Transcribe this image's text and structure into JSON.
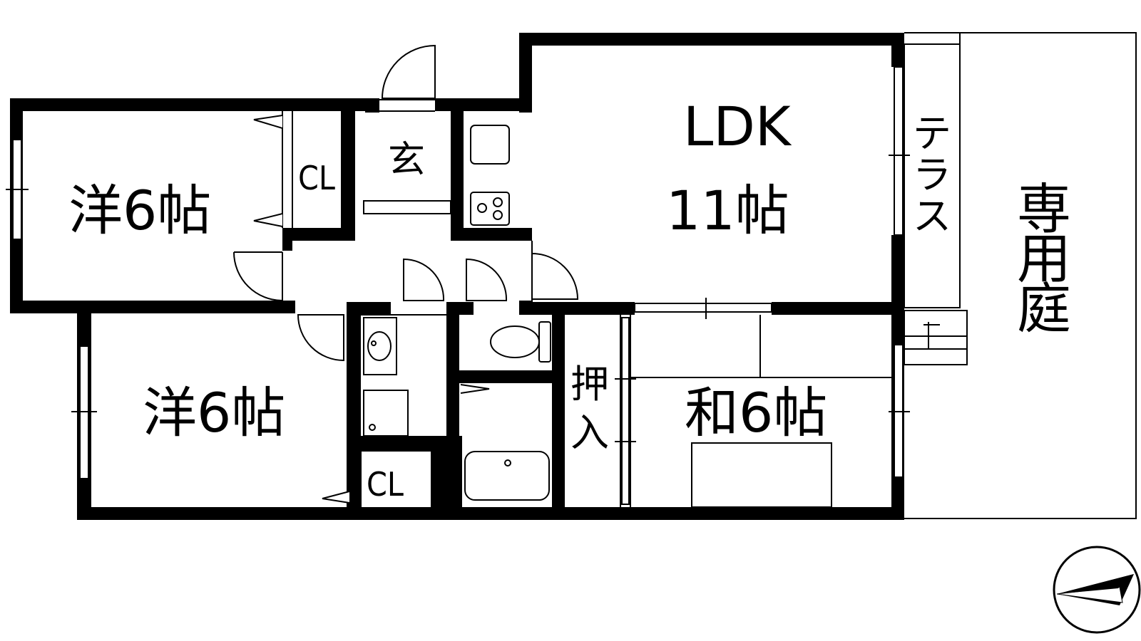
{
  "rooms": {
    "western_top": "洋6帖",
    "closet_top": "CL",
    "entrance": "玄",
    "ldk_name": "LDK",
    "ldk_size": "11帖",
    "terrace": [
      "テ",
      "ラ",
      "ス"
    ],
    "private_garden": [
      "専",
      "用",
      "庭"
    ],
    "western_bottom": "洋6帖",
    "closet_bottom": "CL",
    "oshiire": [
      "押",
      "入"
    ],
    "japanese": "和6帖"
  },
  "compass": {
    "icon": "north-arrow-icon"
  }
}
